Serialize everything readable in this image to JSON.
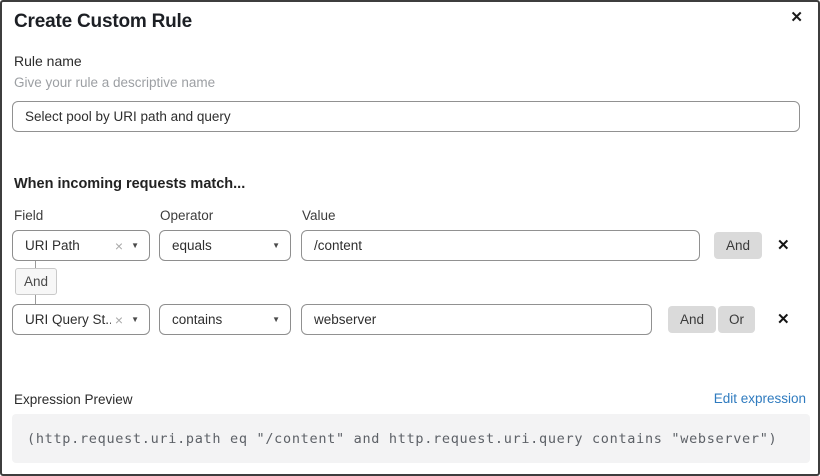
{
  "dialog": {
    "title": "Create Custom Rule"
  },
  "icons": {
    "close": "✕",
    "clear": "×",
    "caret_down": "▼",
    "delete_row": "✕"
  },
  "rule_name": {
    "label": "Rule name",
    "helper": "Give your rule a descriptive name",
    "value": "Select pool by URI path and query"
  },
  "match": {
    "heading": "When incoming requests match...",
    "columns": {
      "field": "Field",
      "operator": "Operator",
      "value": "Value"
    },
    "connector_label": "And",
    "rows": [
      {
        "field": "URI Path",
        "operator": "equals",
        "value": "/content",
        "buttons": [
          "And"
        ]
      },
      {
        "field": "URI Query St...",
        "operator": "contains",
        "value": "webserver",
        "buttons": [
          "And",
          "Or"
        ]
      }
    ]
  },
  "expression": {
    "label": "Expression Preview",
    "edit_link": "Edit expression",
    "code": "(http.request.uri.path eq \"/content\" and http.request.uri.query contains \"webserver\")"
  },
  "colors": {
    "link_blue": "#2f7bbf",
    "button_gray": "#dadada",
    "code_bg": "#f3f3f4",
    "border_gray": "#8e8e8e"
  }
}
